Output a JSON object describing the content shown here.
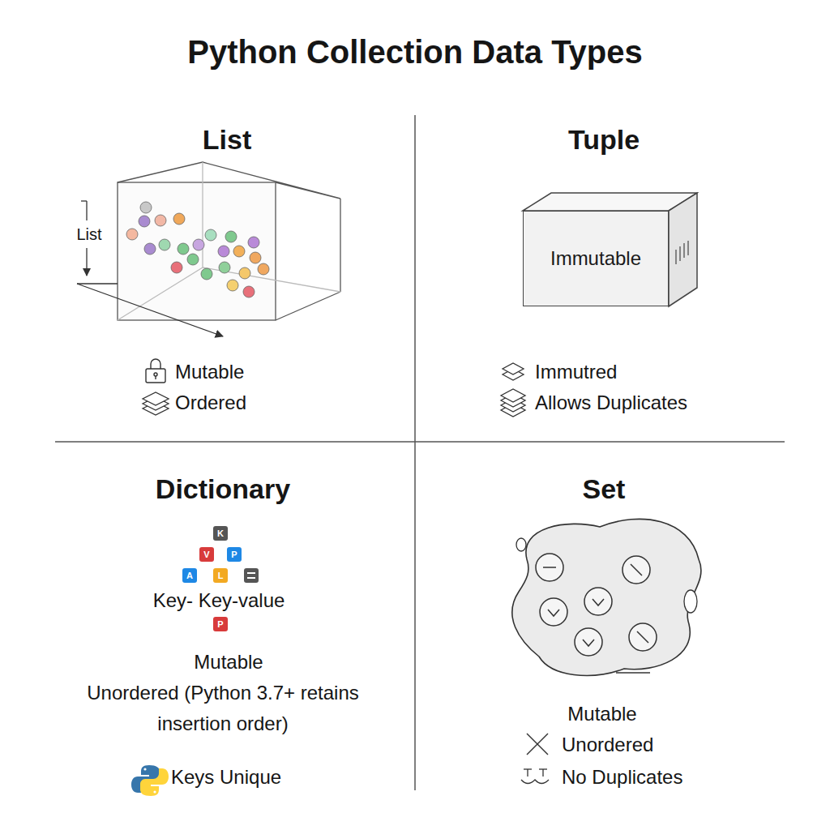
{
  "diagram": {
    "title": "Python Collection Data Types",
    "nodes": [
      {
        "text": [
          "Immutable"
        ]
      },
      {
        "text": [
          "K"
        ]
      },
      {
        "text": [
          "V"
        ]
      },
      {
        "text": [
          "P"
        ]
      },
      {
        "text": [
          "A"
        ]
      },
      {
        "text": [
          "L"
        ]
      },
      {
        "text": [
          "P"
        ]
      }
    ],
    "labels": [
      "List",
      "List",
      "Mutable",
      "Ordered",
      "Tuple",
      "Immutred",
      "Allows Duplicates",
      "Dictionary",
      "Key- Key-value",
      "Mutable",
      "Unordered (Python 3.7+ retains insertion order)",
      "Keys Unique",
      "Set",
      "Mutable",
      "Unordered",
      "No Duplicates"
    ]
  }
}
